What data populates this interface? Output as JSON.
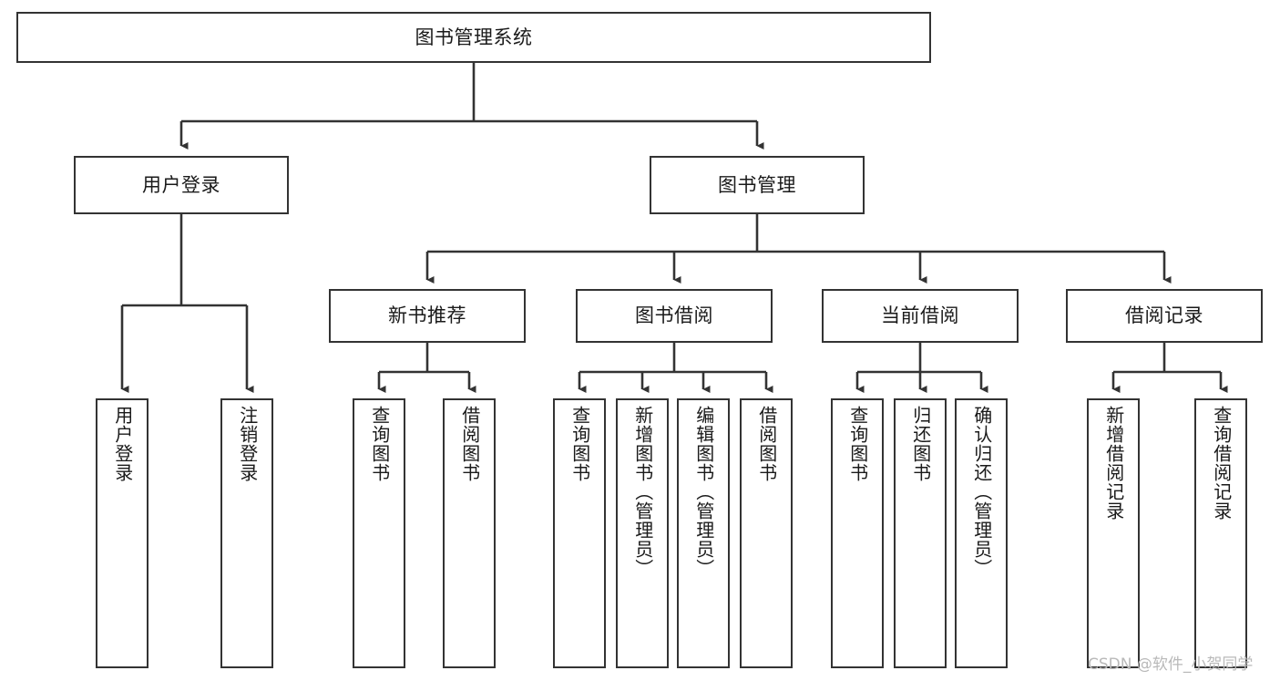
{
  "diagram": {
    "title": "图书管理系统",
    "type": "tree",
    "orientation": "top-down",
    "colors": {
      "node_border": "#333333",
      "node_fill": "#ffffff",
      "edge": "#333333",
      "text": "#1a1a1a",
      "watermark": "#b9b9b9",
      "background": "#ffffff"
    },
    "root": {
      "label": "图书管理系统"
    },
    "level2": [
      {
        "label": "用户登录"
      },
      {
        "label": "图书管理"
      }
    ],
    "level3": [
      {
        "label": "新书推荐"
      },
      {
        "label": "图书借阅"
      },
      {
        "label": "当前借阅"
      },
      {
        "label": "借阅记录"
      }
    ],
    "leaves": {
      "user_login": [
        {
          "label": "用户登录"
        },
        {
          "label": "注销登录"
        }
      ],
      "new_book_recommend": [
        {
          "label": "查询图书"
        },
        {
          "label": "借阅图书"
        }
      ],
      "book_borrow": [
        {
          "label": "查询图书"
        },
        {
          "label": "新增图书（管理员）"
        },
        {
          "label": "编辑图书（管理员）"
        },
        {
          "label": "借阅图书"
        }
      ],
      "current_borrow": [
        {
          "label": "查询图书"
        },
        {
          "label": "归还图书"
        },
        {
          "label": "确认归还（管理员）"
        }
      ],
      "borrow_record": [
        {
          "label": "新增借阅记录"
        },
        {
          "label": "查询借阅记录"
        }
      ]
    }
  },
  "watermark": {
    "text": "CSDN @软件_小贺同学"
  }
}
